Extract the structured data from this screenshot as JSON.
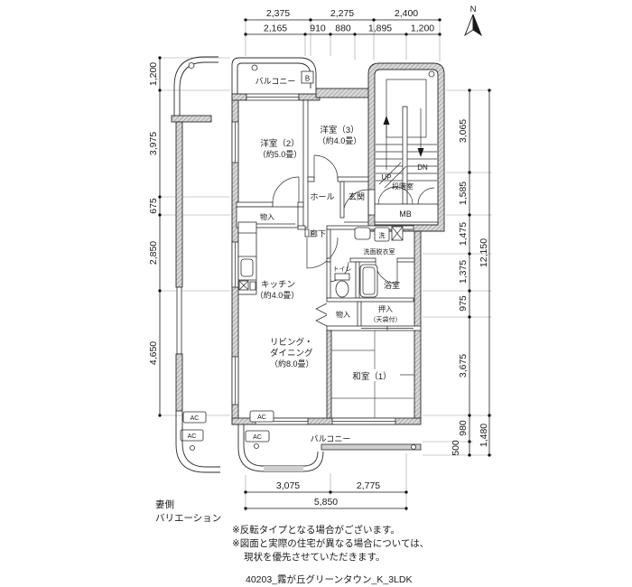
{
  "compass": {
    "label": "N"
  },
  "dimensions": {
    "top_row1": [
      "2,375",
      "2,275",
      "2,400"
    ],
    "top_row2": [
      "2,165",
      "910",
      "880",
      "1,895",
      "1,200"
    ],
    "left": [
      "1,200",
      "3,975",
      "675",
      "2,850",
      "4,650"
    ],
    "right_inner": [
      "3,065",
      "1,585",
      "1,475",
      "1,375",
      "975",
      "3,675",
      "980",
      "500"
    ],
    "right_outer": [
      "12,150",
      "1,480"
    ],
    "bottom_row1": [
      "3,075",
      "2,775"
    ],
    "bottom_row2": [
      "5,850"
    ]
  },
  "rooms": {
    "balcony_top": "バルコニー",
    "balcony_marker": "B",
    "yoshitsu2": {
      "name": "洋室（2）",
      "size": "（約5.0畳）"
    },
    "yoshitsu3": {
      "name": "洋室（3）",
      "size": "（約4.0畳）"
    },
    "up": "UP",
    "dn": "DN",
    "stairwell": "段階室",
    "hall": "ホール",
    "genkan": "玄関",
    "mb": "MB",
    "monoire_top": "物入",
    "rouka": "廊下",
    "laundry": "洗",
    "senmen": "洗面脱衣室",
    "toilet": "トイレ",
    "bath": "浴室",
    "kitchen": {
      "name": "キッチン",
      "size": "（約4.0畳）"
    },
    "monoire_mid": "物入",
    "oshiire": {
      "name": "押入",
      "size": "（天袋付）"
    },
    "living": {
      "line1": "リビング・",
      "line2": "ダイニング",
      "size": "（約8.0畳）"
    },
    "washitsu": "和室（1）",
    "balcony_bottom": "バルコニー",
    "ac": "AC"
  },
  "side_label": {
    "line1": "妻側",
    "line2": "バリエーション"
  },
  "notes": [
    "※反転タイプとなる場合がございます。",
    "※図面と実際の住宅が異なる場合については、",
    "現状を優先させていただきます。"
  ],
  "footer": "40203_霧が丘グリーンタウン_K_3LDK",
  "colors": {
    "line": "#2b2b2b",
    "dim": "#1a1a1a",
    "wall_fill": "#d9d9d9",
    "hatch": "#8a8a8a",
    "background": "#ffffff"
  }
}
